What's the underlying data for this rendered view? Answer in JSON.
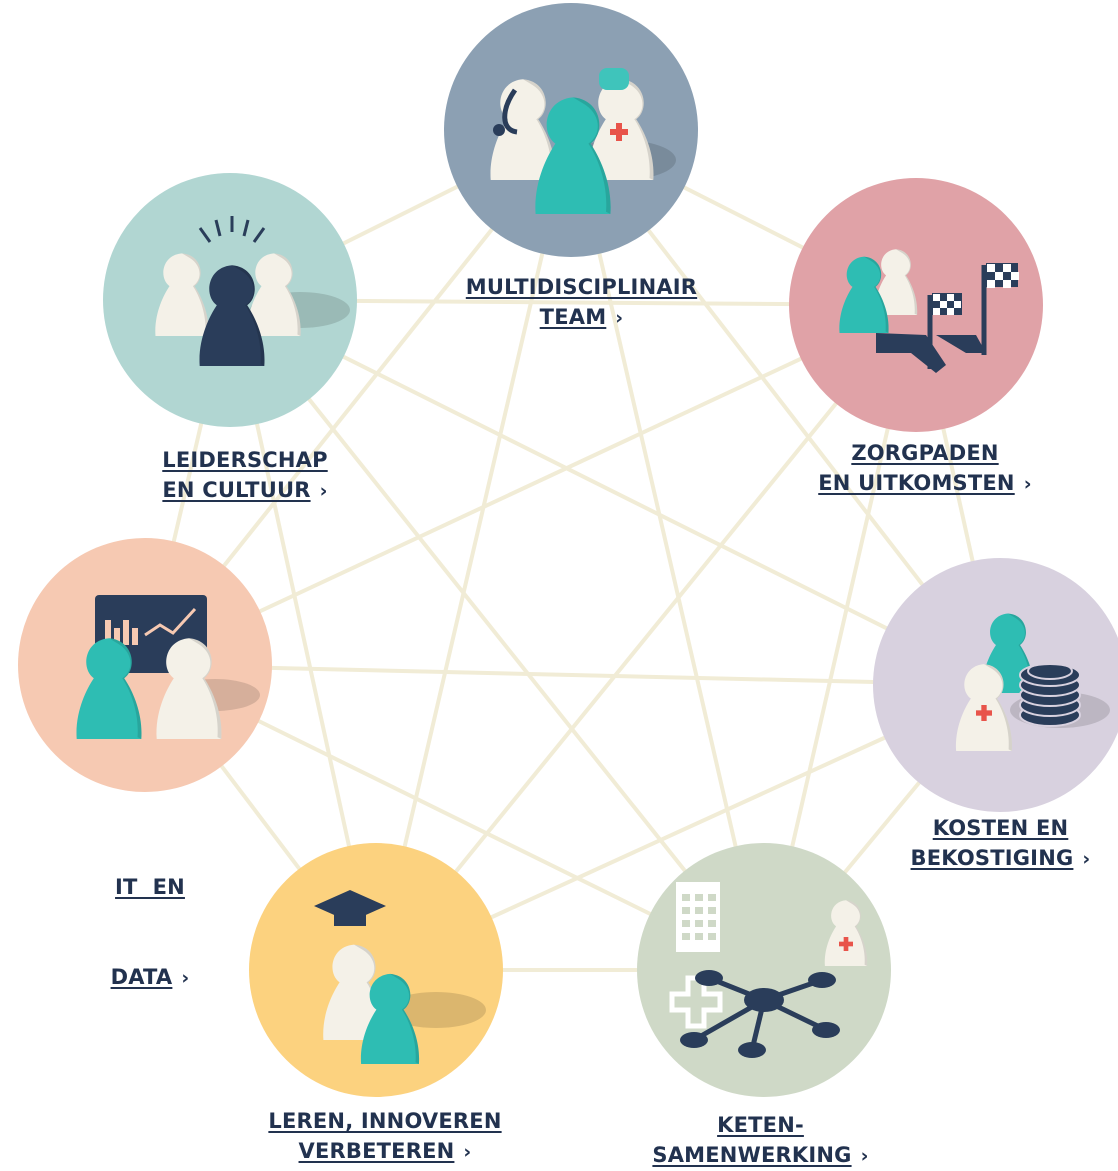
{
  "nodes": [
    {
      "id": "multidisciplinair-team",
      "lines": [
        "MULTIDISCIPLINAIR",
        "TEAM"
      ],
      "chevron": "›",
      "color": "#8ca0b3",
      "icon": "team-pawns-icon"
    },
    {
      "id": "zorgpaden-uitkomsten",
      "lines": [
        "ZORGPADEN",
        "EN UITKOMSTEN"
      ],
      "chevron": "›",
      "color": "#e0a2a7",
      "icon": "pathways-flags-icon"
    },
    {
      "id": "kosten-bekostiging",
      "lines": [
        "KOSTEN EN",
        "BEKOSTIGING"
      ],
      "chevron": "›",
      "color": "#d8d1df",
      "icon": "coins-icon"
    },
    {
      "id": "ketensamenwerking",
      "lines": [
        "KETEN-",
        "SAMENWERKING"
      ],
      "chevron": "›",
      "color": "#cfd9c7",
      "icon": "network-icon"
    },
    {
      "id": "leren-innoveren",
      "lines": [
        "LEREN, INNOVEREN",
        "VERBETEREN"
      ],
      "chevron": "›",
      "color": "#fcd27f",
      "icon": "graduation-cap-icon"
    },
    {
      "id": "it-data",
      "lines": [
        "IT  EN",
        "DATA"
      ],
      "chevron": "›",
      "color": "#f6c9b2",
      "icon": "monitor-chart-icon"
    },
    {
      "id": "leiderschap-cultuur",
      "lines": [
        "LEIDERSCHAP",
        "EN CULTUUR"
      ],
      "chevron": "›",
      "color": "#b1d6d2",
      "icon": "leader-pawn-icon"
    }
  ],
  "colors": {
    "link_text": "#22324f",
    "web_line": "#f1ecd6",
    "pawn_teal": "#2ebdb3",
    "pawn_navy": "#2a3d5a",
    "pawn_cream": "#f4f1e8",
    "cross_red": "#e8544a"
  }
}
